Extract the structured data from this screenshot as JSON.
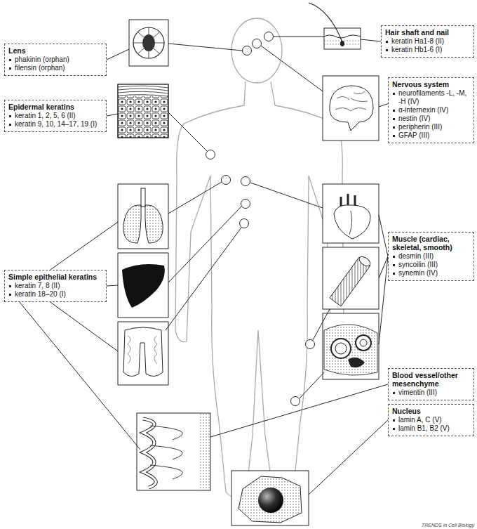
{
  "diagram": {
    "nodes": [
      {
        "text": [
          "Lens",
          "phakinin (orphan)",
          "filensin (orphan)"
        ]
      },
      {
        "text": [
          "Epidermal keratins",
          "keratin 1, 2, 5, 6 (II)",
          "keratin 9, 10, 14–17, 19 (I)"
        ]
      },
      {
        "text": [
          "Simple epithelial keratins",
          "keratin 7, 8 (II)",
          "keratin 18–20 (I)"
        ]
      },
      {
        "text": [
          "Hair shaft and nail",
          "keratin Ha1-8 (II)",
          "keratin Hb1-6 (I)"
        ]
      },
      {
        "text": [
          "Nervous system",
          "neurofilaments -L, -M, -H (IV)",
          "α-internexin (IV)",
          "nestin (IV)",
          "peripherin (III)",
          "GFAP (III)"
        ]
      },
      {
        "text": [
          "Muscle (cardiac, skeletal, smooth)",
          "desmin (III)",
          "syncoilin (III)",
          "synemin (IV)"
        ]
      },
      {
        "text": [
          "Blood vessel/other mesenchyme",
          "vimentin (III)"
        ]
      },
      {
        "text": [
          "Nucleus",
          "lamin A, C (V)",
          "lamin B1, B2 (V)"
        ]
      }
    ],
    "labels": [
      "TRENDS in Cell Biology"
    ]
  }
}
